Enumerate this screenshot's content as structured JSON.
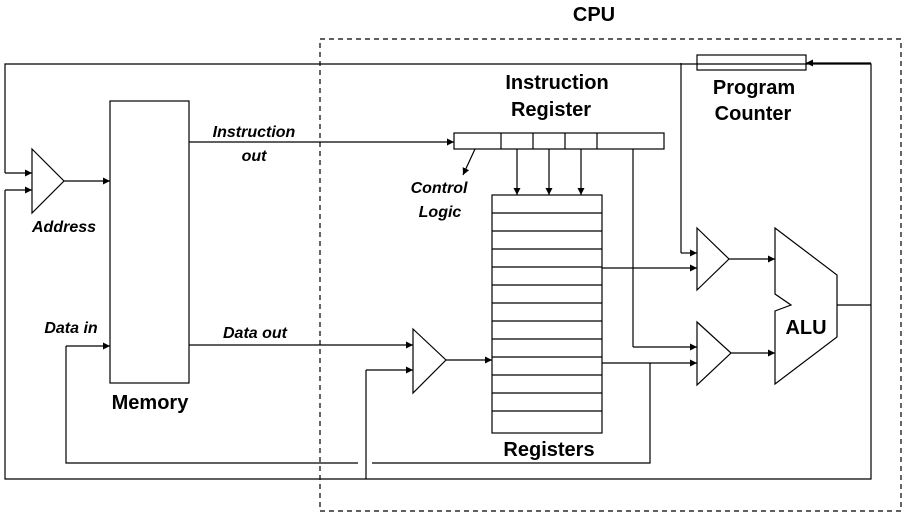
{
  "labels": {
    "cpu": "CPU",
    "instruction_register_line1": "Instruction",
    "instruction_register_line2": "Register",
    "program_counter_line1": "Program",
    "program_counter_line2": "Counter",
    "instruction_out_line1": "Instruction",
    "instruction_out_line2": "out",
    "control_logic_line1": "Control",
    "control_logic_line2": "Logic",
    "address": "Address",
    "data_in": "Data in",
    "data_out": "Data out",
    "memory": "Memory",
    "alu": "ALU",
    "registers": "Registers"
  }
}
